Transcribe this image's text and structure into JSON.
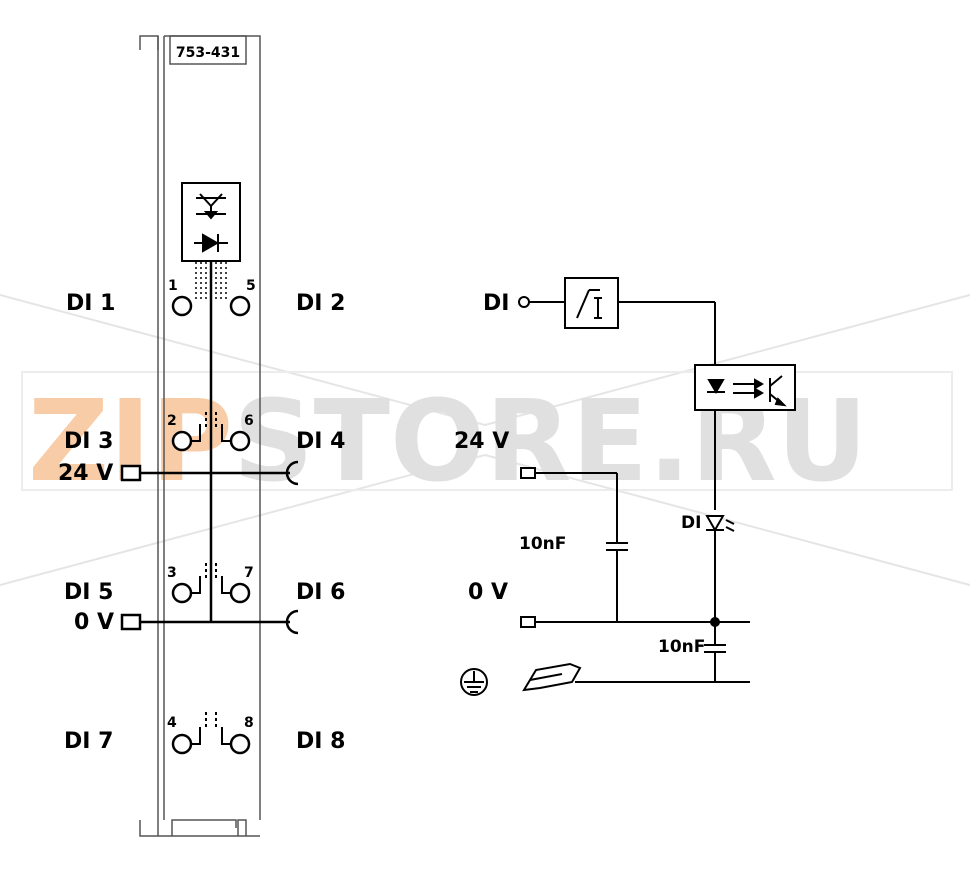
{
  "module": {
    "part_number": "753-431"
  },
  "terminals": {
    "t1": "1",
    "t2": "2",
    "t3": "3",
    "t4": "4",
    "t5": "5",
    "t6": "6",
    "t7": "7",
    "t8": "8"
  },
  "labels": {
    "di1": "DI 1",
    "di2": "DI 2",
    "di3": "DI 3",
    "di4": "DI 4",
    "di5": "DI 5",
    "di6": "DI 6",
    "di7": "DI 7",
    "di8": "DI 8",
    "v24": "24 V",
    "v0": "0 V"
  },
  "schematic": {
    "di_input": "DI",
    "v24": "24 V",
    "v0": "0 V",
    "cap1": "10nF",
    "cap2": "10nF",
    "led_label": "DI"
  },
  "watermark": {
    "text": "ZIPSTORE.RU",
    "color_zip": "#f4a460",
    "color_rest": "#c8c8c8"
  },
  "colors": {
    "line": "#000000",
    "module_outline": "#555555",
    "background": "#ffffff"
  }
}
